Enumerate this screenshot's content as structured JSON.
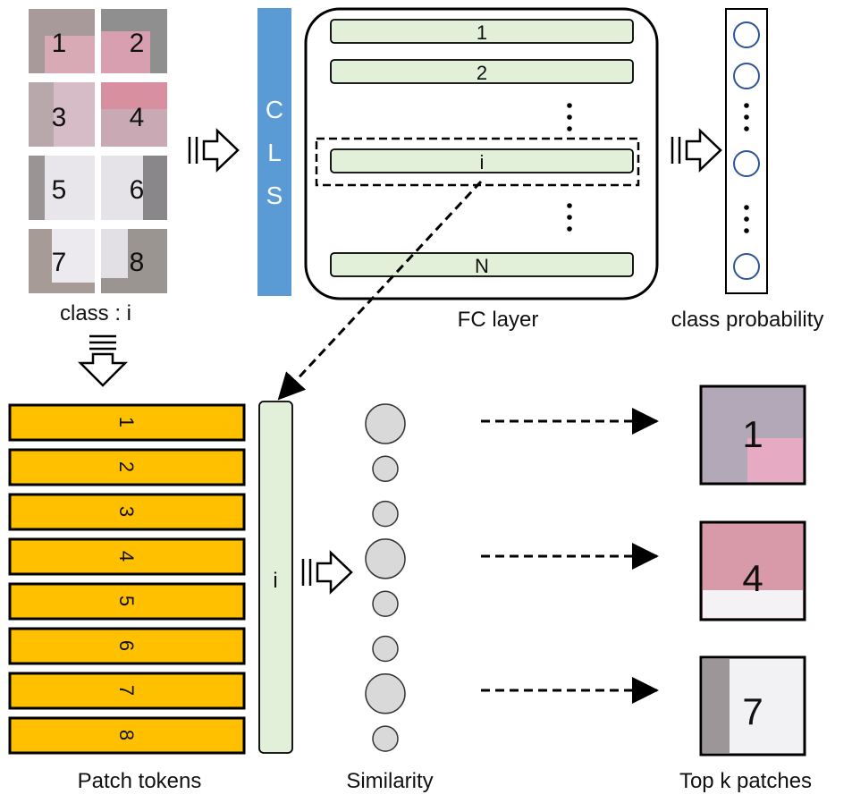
{
  "input_image": {
    "patch_labels": [
      "1",
      "2",
      "3",
      "4",
      "5",
      "6",
      "7",
      "8"
    ],
    "caption": "class : i"
  },
  "cls_token": {
    "letters": [
      "C",
      "L",
      "S"
    ]
  },
  "fc_layer": {
    "rows": [
      "1",
      "2",
      "i",
      "N"
    ],
    "caption": "FC layer"
  },
  "class_probability": {
    "caption": "class probability"
  },
  "patch_tokens": {
    "labels": [
      "1",
      "2",
      "3",
      "4",
      "5",
      "6",
      "7",
      "8"
    ],
    "caption": "Patch tokens"
  },
  "selected_weight": {
    "label": "i"
  },
  "similarity": {
    "sizes": [
      "large",
      "small",
      "small",
      "large",
      "small",
      "small",
      "large",
      "small"
    ],
    "caption": "Similarity"
  },
  "top_k": {
    "patch_labels": [
      "1",
      "4",
      "7"
    ],
    "caption": "Top k patches"
  },
  "colors": {
    "cls_bar": "#5b9bd5",
    "fc_row_fill": "#e2f0d9",
    "patch_token_fill": "#ffc000",
    "similarity_fill": "#d9d9d9",
    "prob_node_stroke": "#2f5597"
  }
}
